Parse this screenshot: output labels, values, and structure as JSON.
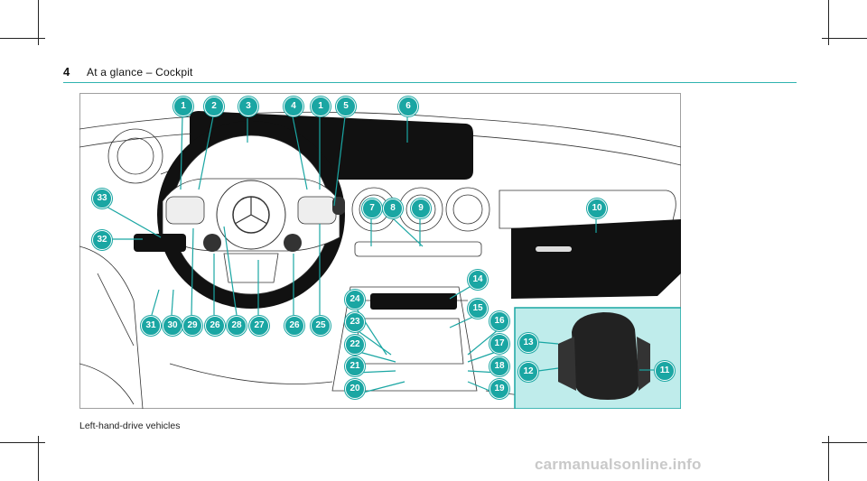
{
  "header": {
    "page_number": "4",
    "title": "At a glance – Cockpit"
  },
  "figure": {
    "callouts": [
      {
        "label": "1"
      },
      {
        "label": "2"
      },
      {
        "label": "3"
      },
      {
        "label": "4"
      },
      {
        "label": "1"
      },
      {
        "label": "5"
      },
      {
        "label": "6"
      },
      {
        "label": "33"
      },
      {
        "label": "32"
      },
      {
        "label": "7"
      },
      {
        "label": "8"
      },
      {
        "label": "9"
      },
      {
        "label": "10"
      },
      {
        "label": "14"
      },
      {
        "label": "24"
      },
      {
        "label": "15"
      },
      {
        "label": "23"
      },
      {
        "label": "16"
      },
      {
        "label": "22"
      },
      {
        "label": "17"
      },
      {
        "label": "21"
      },
      {
        "label": "18"
      },
      {
        "label": "20"
      },
      {
        "label": "19"
      },
      {
        "label": "31"
      },
      {
        "label": "30"
      },
      {
        "label": "29"
      },
      {
        "label": "26"
      },
      {
        "label": "28"
      },
      {
        "label": "27"
      },
      {
        "label": "26"
      },
      {
        "label": "25"
      },
      {
        "label": "13"
      },
      {
        "label": "12"
      },
      {
        "label": "11"
      }
    ],
    "colors": {
      "accent": "#1aa6a3",
      "inset_bg": "#bfeceb",
      "dark": "#111111"
    }
  },
  "caption": "Left-hand-drive vehicles",
  "watermark": "carmanualsonline.info"
}
